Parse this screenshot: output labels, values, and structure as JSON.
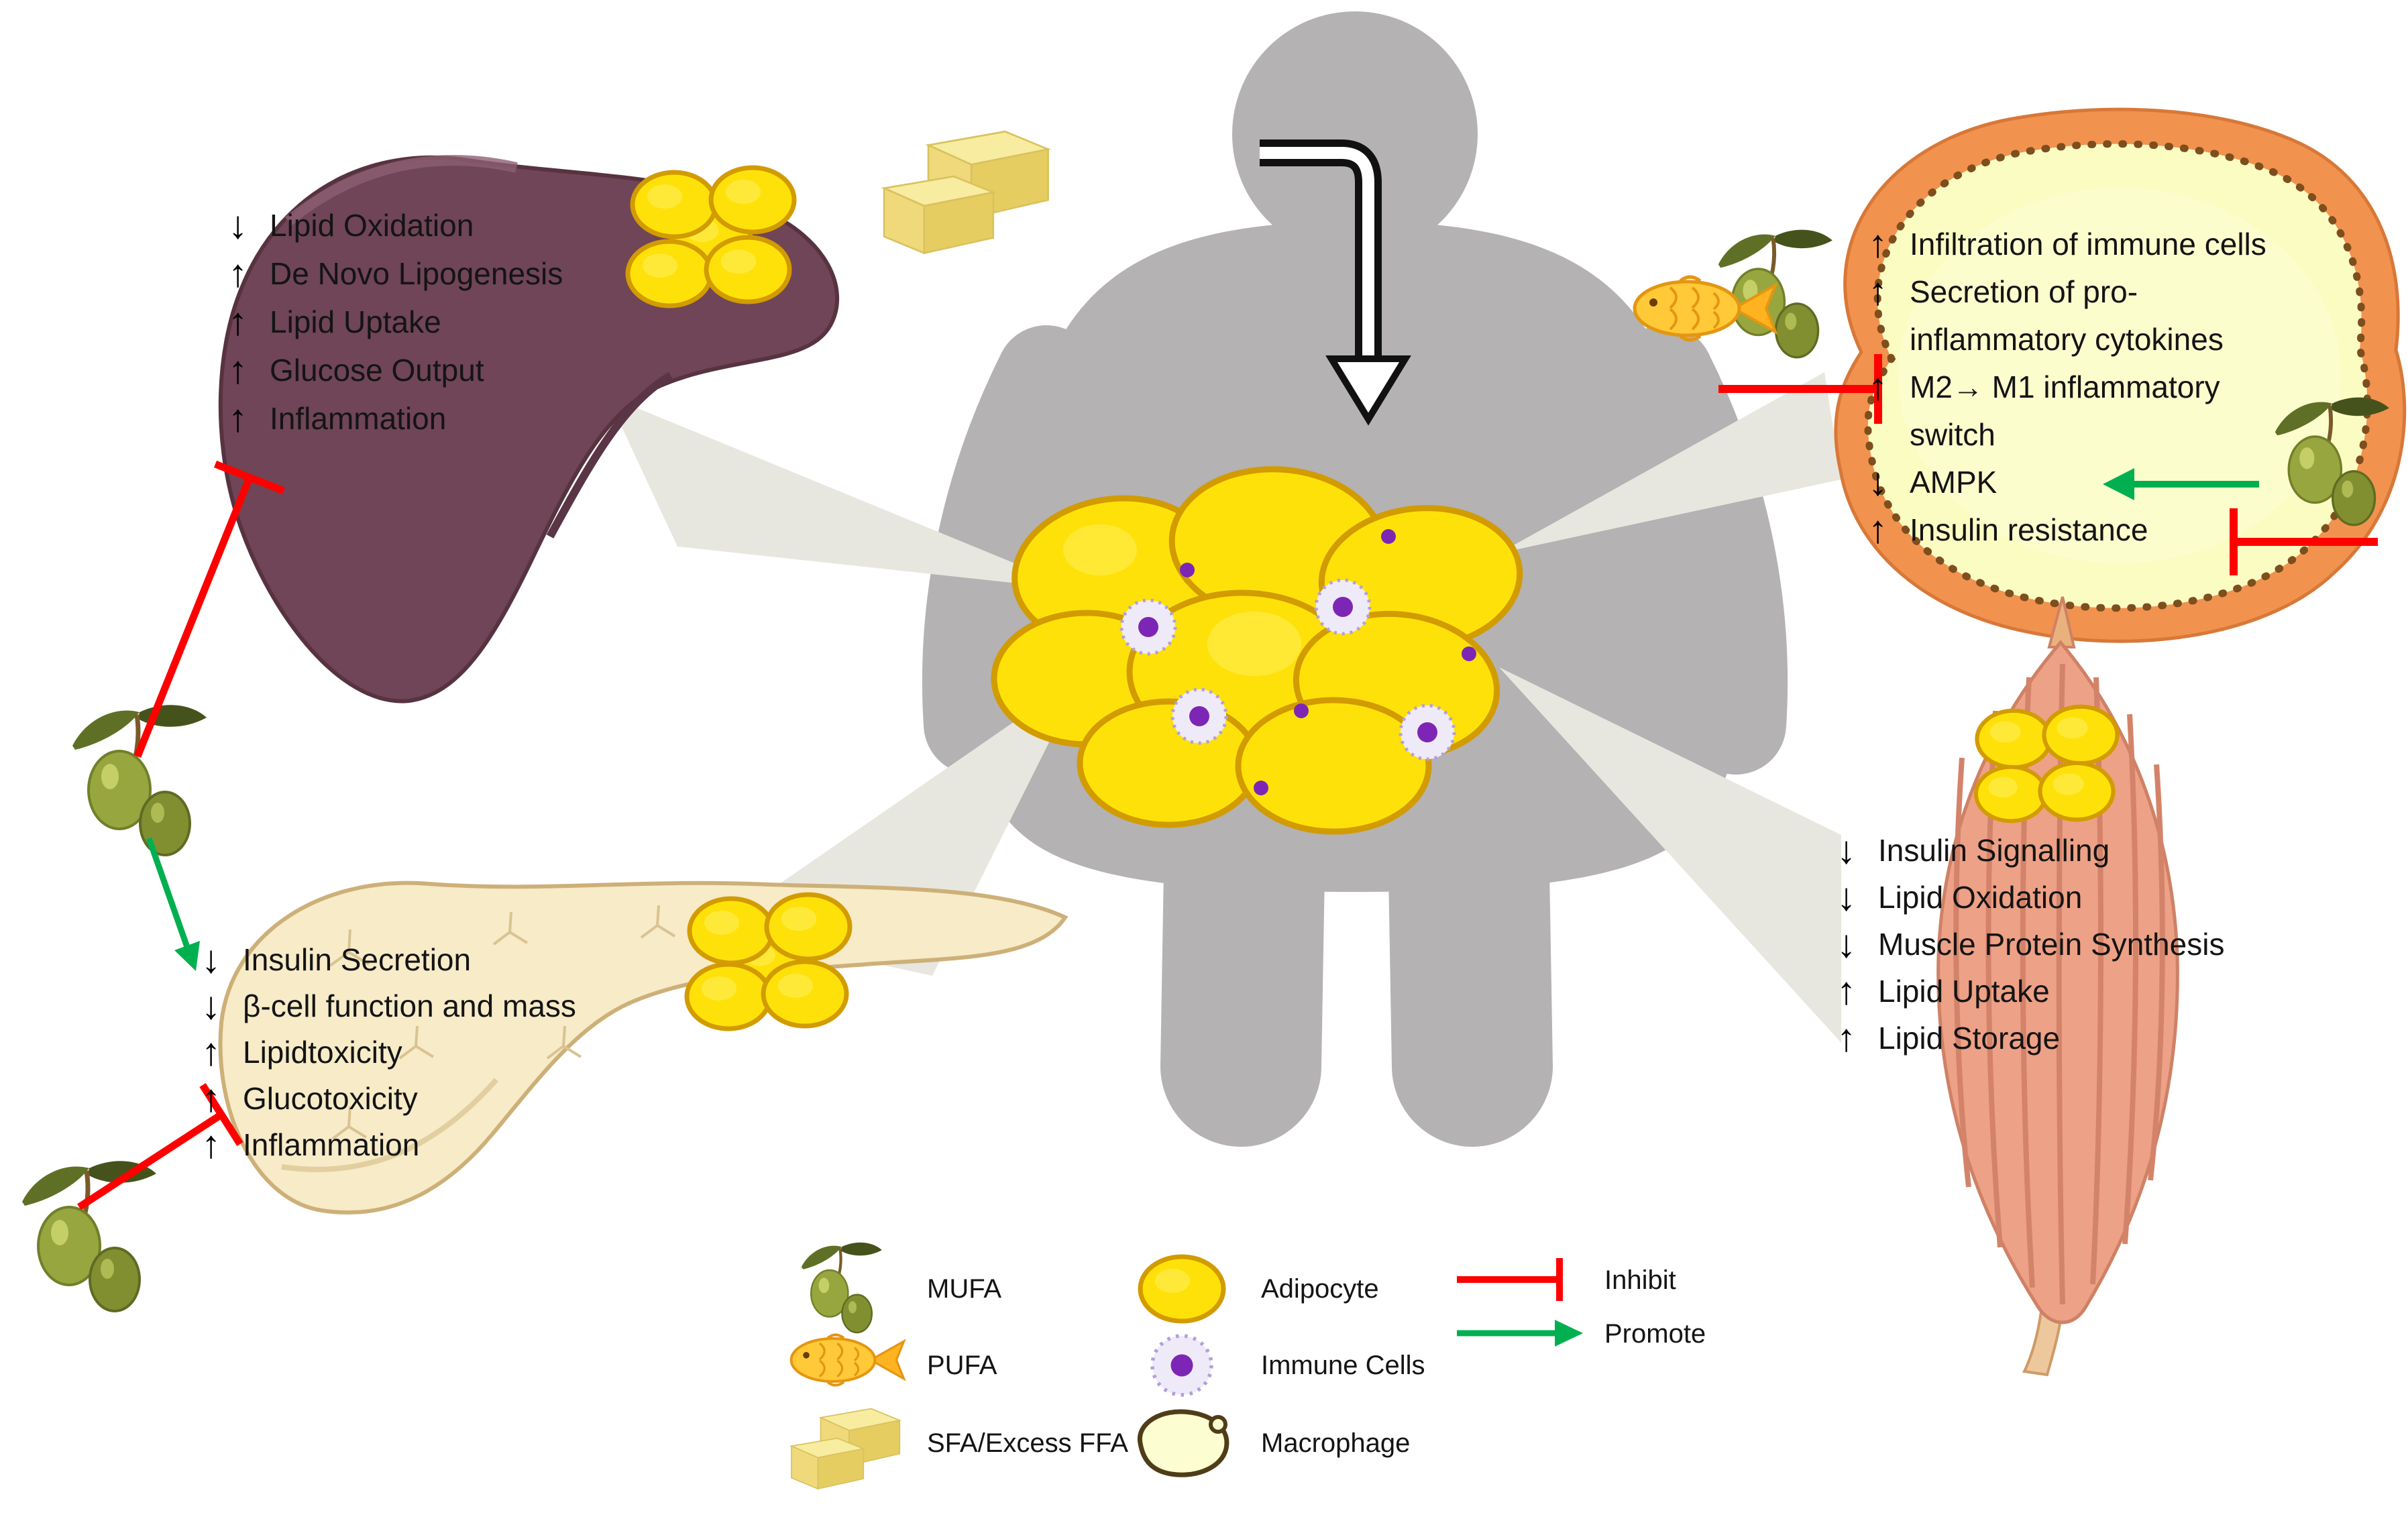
{
  "organs": {
    "liver": {
      "lines": [
        {
          "arrow": "↓",
          "text": "Lipid Oxidation"
        },
        {
          "arrow": "↑",
          "text": "De Novo Lipogenesis"
        },
        {
          "arrow": "↑",
          "text": "Lipid Uptake"
        },
        {
          "arrow": "↑",
          "text": "Glucose Output"
        },
        {
          "arrow": "↑",
          "text": "Inflammation"
        }
      ]
    },
    "pancreas": {
      "lines": [
        {
          "arrow": "↓",
          "text": "Insulin Secretion"
        },
        {
          "arrow": "↓",
          "text": "β-cell function and mass"
        },
        {
          "arrow": "↑",
          "text": "Lipidtoxicity"
        },
        {
          "arrow": "↑",
          "text": "Glucotoxicity"
        },
        {
          "arrow": "↑",
          "text": "Inflammation"
        }
      ]
    },
    "adipose": {
      "lines": [
        {
          "arrow": "↑",
          "text": "Infiltration of immune cells"
        },
        {
          "arrow": "↑",
          "text": "Secretion of pro-"
        },
        {
          "arrow": "",
          "text": "inflammatory cytokines"
        },
        {
          "arrow": "↑",
          "text": "M2→ M1 inflammatory"
        },
        {
          "arrow": "",
          "text": "switch"
        },
        {
          "arrow": "↓",
          "text": "AMPK"
        },
        {
          "arrow": "↑",
          "text": "Insulin resistance"
        }
      ]
    },
    "muscle": {
      "lines": [
        {
          "arrow": "↓",
          "text": "Insulin Signalling"
        },
        {
          "arrow": "↓",
          "text": "Lipid Oxidation"
        },
        {
          "arrow": "↓",
          "text": "Muscle Protein Synthesis"
        },
        {
          "arrow": "↑",
          "text": "Lipid Uptake"
        },
        {
          "arrow": "↑",
          "text": "Lipid Storage"
        }
      ]
    }
  },
  "legend": {
    "fatty_acids": [
      {
        "icon": "olive-icon",
        "label": "MUFA"
      },
      {
        "icon": "fish-icon",
        "label": "PUFA"
      },
      {
        "icon": "butter-icon",
        "label": "SFA/Excess FFA"
      }
    ],
    "cells": [
      {
        "icon": "adipocyte-icon",
        "label": "Adipocyte"
      },
      {
        "icon": "immune-cell-icon",
        "label": "Immune Cells"
      },
      {
        "icon": "macrophage-icon",
        "label": "Macrophage"
      }
    ],
    "relations": [
      {
        "icon": "inhibit-symbol",
        "label": "Inhibit"
      },
      {
        "icon": "promote-symbol",
        "label": "Promote"
      }
    ]
  },
  "colors": {
    "inhibit": "#ff0000",
    "promote": "#00b050",
    "adipocyte": "#ffe10a",
    "adipocyte_stroke": "#d29b00",
    "liver": "#6f4557",
    "pancreas": "#f7ebc8",
    "muscle": "#eda186",
    "adipose_border": "#f2924f",
    "adipose_fill": "#fbfcc2",
    "silhouette": "#b4b2b2",
    "beam": "#e8e7df",
    "immune_nucleus": "#7d26b5"
  }
}
